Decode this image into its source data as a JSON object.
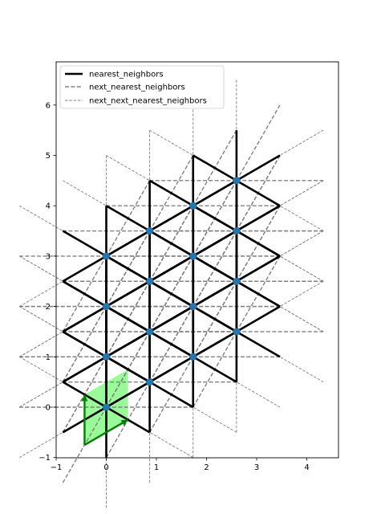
{
  "chart_data": {
    "type": "line",
    "title": "",
    "xlabel": "",
    "ylabel": "",
    "xlim": [
      -1,
      4.63
    ],
    "ylim": [
      -1,
      6.87
    ],
    "xticks": [
      -1,
      0,
      1,
      2,
      3,
      4
    ],
    "yticks": [
      -1,
      0,
      1,
      2,
      3,
      4,
      5,
      6
    ],
    "grid": false,
    "legend_position": "top-left",
    "legend": [
      {
        "label": "nearest_neighbors",
        "style": "solid-thick",
        "color": "#000000"
      },
      {
        "label": "next_nearest_neighbors",
        "style": "dashed",
        "color": "#808080"
      },
      {
        "label": "next_next_nearest_neighbors",
        "style": "dashed-thin",
        "color": "#808080"
      }
    ],
    "lattice": {
      "a1": [
        0.866,
        0.5
      ],
      "a2": [
        0,
        1
      ],
      "cells_i": [
        0,
        1,
        2,
        3
      ],
      "cells_j": [
        0,
        1,
        2
      ],
      "site_color": "#1f77b4"
    },
    "sites": [
      [
        0,
        0
      ],
      [
        0,
        1
      ],
      [
        0,
        2
      ],
      [
        0,
        3
      ],
      [
        0.866,
        0.5
      ],
      [
        0.866,
        1.5
      ],
      [
        0.866,
        2.5
      ],
      [
        0.866,
        3.5
      ],
      [
        1.732,
        1
      ],
      [
        1.732,
        2
      ],
      [
        1.732,
        3
      ],
      [
        1.732,
        4
      ],
      [
        2.598,
        1.5
      ],
      [
        2.598,
        2.5
      ],
      [
        2.598,
        3.5
      ],
      [
        2.598,
        4.5
      ]
    ],
    "unit_cell": {
      "color": "#98fb98",
      "arrow_color": "#008000",
      "origin": [
        -0.433,
        -0.75
      ],
      "vectors": [
        [
          0.866,
          0.5
        ],
        [
          0,
          1
        ]
      ]
    }
  }
}
